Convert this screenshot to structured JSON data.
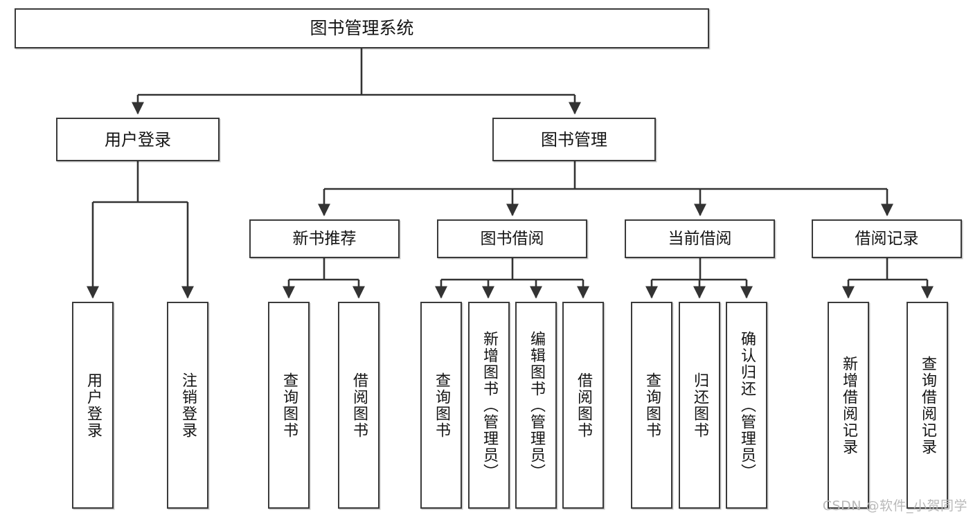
{
  "diagram": {
    "title": "图书管理系统",
    "type": "functional-structure-tree",
    "stroke_color": "#3a3a3a",
    "background_color": "#ffffff",
    "text_color": "#141414",
    "watermark": "CSDN @软件_小贺同学"
  },
  "nodes": {
    "root": {
      "label": "图书管理系统"
    },
    "level2": [
      {
        "id": "user-login",
        "label": "用户登录"
      },
      {
        "id": "book-manage",
        "label": "图书管理"
      }
    ],
    "level3": [
      {
        "id": "new-book-rec",
        "label": "新书推荐"
      },
      {
        "id": "book-borrow",
        "label": "图书借阅"
      },
      {
        "id": "current-borrow",
        "label": "当前借阅"
      },
      {
        "id": "borrow-record",
        "label": "借阅记录"
      }
    ],
    "leaves": [
      {
        "id": "leaf-user-login",
        "label": "用户登录",
        "parent": "user-login"
      },
      {
        "id": "leaf-user-logout",
        "label": "注销登录",
        "parent": "user-login"
      },
      {
        "id": "leaf-query-book-1",
        "label": "查询图书",
        "parent": "new-book-rec"
      },
      {
        "id": "leaf-borrow-book-1",
        "label": "借阅图书",
        "parent": "new-book-rec"
      },
      {
        "id": "leaf-query-book-2",
        "label": "查询图书",
        "parent": "book-borrow"
      },
      {
        "id": "leaf-add-book",
        "label": "新增图书（管理员）",
        "parent": "book-borrow"
      },
      {
        "id": "leaf-edit-book",
        "label": "编辑图书（管理员）",
        "parent": "book-borrow"
      },
      {
        "id": "leaf-borrow-book-2",
        "label": "借阅图书",
        "parent": "book-borrow"
      },
      {
        "id": "leaf-query-book-3",
        "label": "查询图书",
        "parent": "current-borrow"
      },
      {
        "id": "leaf-return-book",
        "label": "归还图书",
        "parent": "current-borrow"
      },
      {
        "id": "leaf-confirm-return",
        "label": "确认归还（管理员）",
        "parent": "current-borrow"
      },
      {
        "id": "leaf-add-record",
        "label": "新增借阅记录",
        "parent": "borrow-record"
      },
      {
        "id": "leaf-query-record",
        "label": "查询借阅记录",
        "parent": "borrow-record"
      }
    ]
  }
}
